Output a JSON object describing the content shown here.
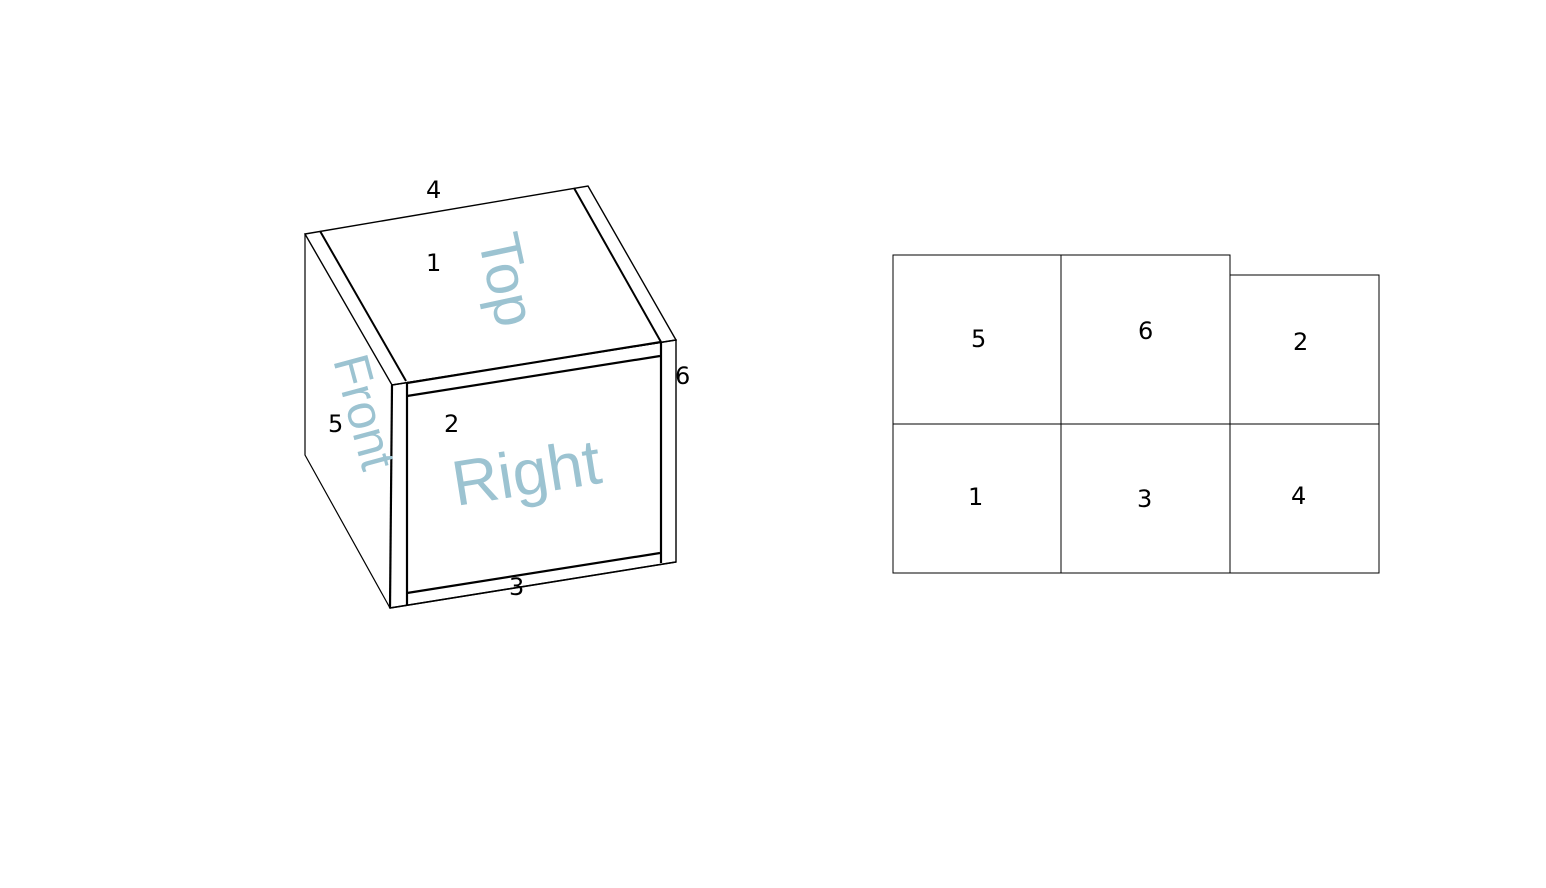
{
  "colors": {
    "line": "#000000",
    "face_label": "#9cc3d1",
    "background": "#ffffff"
  },
  "cube": {
    "face_words": {
      "top": "Top",
      "front": "Front",
      "right": "Right"
    },
    "numbers": {
      "top_edge": "4",
      "top_face": "1",
      "right_edge": "6",
      "front_face": "5",
      "right_face": "2",
      "bottom_edge": "3"
    }
  },
  "net": {
    "top_row": [
      "5",
      "6",
      "2"
    ],
    "bottom_row": [
      "1",
      "3",
      "4"
    ]
  }
}
